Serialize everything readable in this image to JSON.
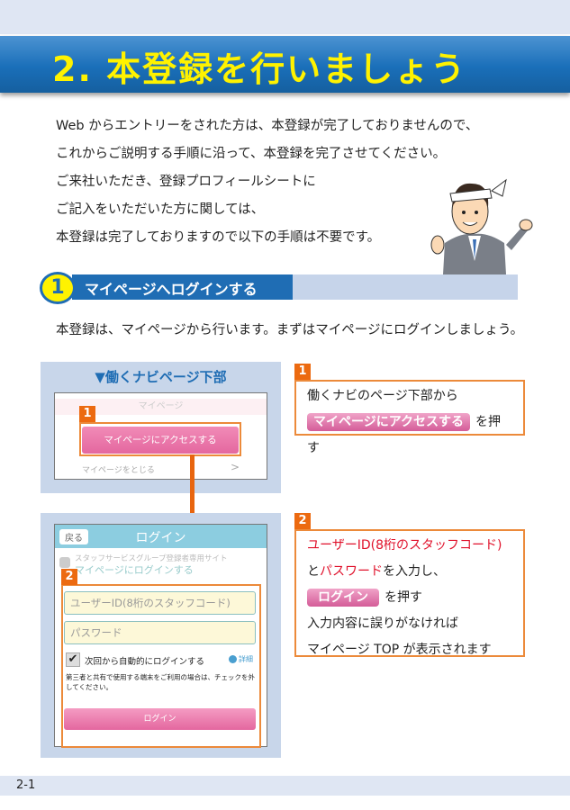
{
  "header": {
    "title": "2. 本登録を行いましょう"
  },
  "intro": [
    "Web からエントリーをされた方は、本登録が完了しておりませんので、",
    "これからご説明する手順に沿って、本登録を完了させてください。",
    "ご来社いただき、登録プロフィールシートに",
    "ご記入をいただいた方に関しては、",
    "本登録は完了しておりますので以下の手順は不要です。"
  ],
  "section": {
    "number": "1",
    "title": "マイページへログインする",
    "lead": "本登録は、マイページから行います。まずはマイページにログインしましょう。"
  },
  "panel1": {
    "title": "▼働くナビページ下部",
    "header": "マイページ",
    "tag": "1",
    "button": "マイページにアクセスする",
    "close_link": "マイページをとじる",
    "chevron": ">"
  },
  "panel2": {
    "back": "戻る",
    "title": "ログイン",
    "site": "スタッフサービスグループ登録者専用サイト",
    "subtitle": "マイページにログインする",
    "tag": "2",
    "user_placeholder": "ユーザーID(8桁のスタッフコード)",
    "password_placeholder": "パスワード",
    "auto_login": "次回から自動的にログインする",
    "detail": "詳細",
    "note": "第三者と共有で使用する端末をご利用の場合は、チェックを外してください。",
    "login_button": "ログイン"
  },
  "callout1": {
    "tag": "1",
    "line1": "働くナビのページ下部から",
    "button": "マイページにアクセスする",
    "press": "を押す"
  },
  "callout2": {
    "tag": "2",
    "user_id": "ユーザーID(8桁のスタッフコード)",
    "and": "と",
    "password": "パスワード",
    "enter": "を入力し、",
    "button": "ログイン",
    "press": "を押す",
    "line4": "入力内容に誤りがなければ",
    "line5": "マイページ TOP が表示されます"
  },
  "footer": {
    "page": "2-1"
  }
}
